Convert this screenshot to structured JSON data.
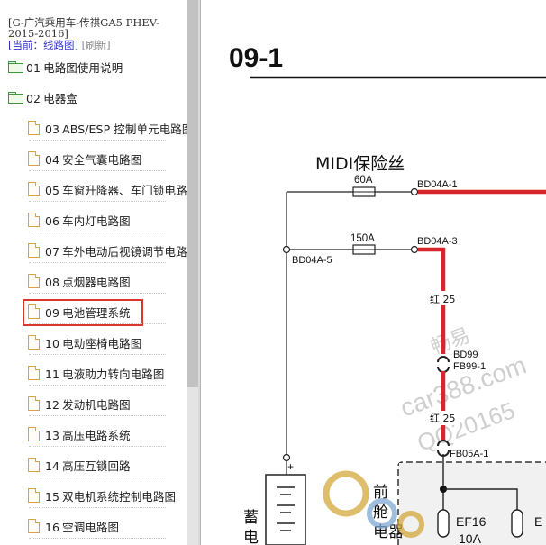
{
  "sidebar": {
    "title": "[G-广汽乘用车-传祺GA5 PHEV-2015-2016]",
    "current_label": "[当前：线路图]",
    "refresh_label": "[刷新]",
    "items": [
      {
        "num": "01",
        "label": "电路图使用说明",
        "icon": "folder-icon"
      },
      {
        "num": "02",
        "label": "电器盒",
        "icon": "folder-icon"
      },
      {
        "num": "03",
        "label": "ABS/ESP 控制单元电路图",
        "icon": "document-icon"
      },
      {
        "num": "04",
        "label": "安全气囊电路图",
        "icon": "document-icon"
      },
      {
        "num": "05",
        "label": "车窗升降器、车门锁电路",
        "icon": "document-icon"
      },
      {
        "num": "06",
        "label": "车内灯电路图",
        "icon": "document-icon"
      },
      {
        "num": "07",
        "label": "车外电动后视镜调节电路",
        "icon": "document-icon"
      },
      {
        "num": "08",
        "label": "点烟器电路图",
        "icon": "document-icon"
      },
      {
        "num": "09",
        "label": "电池管理系统",
        "icon": "document-icon"
      },
      {
        "num": "10",
        "label": "电动座椅电路图",
        "icon": "document-icon"
      },
      {
        "num": "11",
        "label": "电液助力转向电路图",
        "icon": "document-icon"
      },
      {
        "num": "12",
        "label": "发动机电路图",
        "icon": "document-icon"
      },
      {
        "num": "13",
        "label": "高压电路系统",
        "icon": "document-icon"
      },
      {
        "num": "14",
        "label": "高压互锁回路",
        "icon": "document-icon"
      },
      {
        "num": "15",
        "label": "双电机系统控制电路图",
        "icon": "document-icon"
      },
      {
        "num": "16",
        "label": "空调电路图",
        "icon": "document-icon"
      }
    ],
    "selected_index": 8,
    "highlight_color": "#d9362c"
  },
  "diagram": {
    "page_number": "09-1",
    "fuse_box_title": "MIDI保险丝",
    "fuse_1_rating": "60A",
    "fuse_1_terminal": "BD04A-1",
    "fuse_2_rating": "150A",
    "fuse_2_terminal": "BD04A-3",
    "input_terminal": "BD04A-5",
    "wire_1_label": "红 25",
    "connector_1_a": "BD99",
    "connector_1_b": "FB99-1",
    "wire_2_label": "红 25",
    "connector_2": "FB05A-1",
    "battery_plus": "+",
    "battery_label": "蓄电",
    "front_box_label": "前舱电器",
    "fuse_3_name": "EF16",
    "fuse_3_rating": "10A",
    "fuse_4_name": "E",
    "watermark_1": "畅易",
    "watermark_2": "car388.com",
    "watermark_3": "QQ20165",
    "wire_color": "#d7262c"
  }
}
